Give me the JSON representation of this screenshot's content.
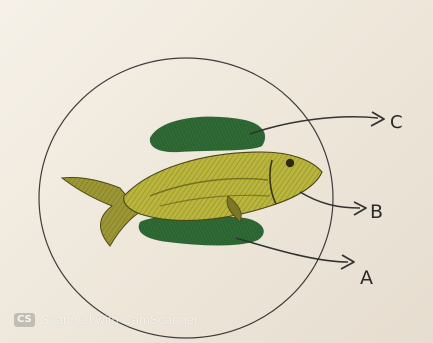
{
  "labels": {
    "a": "A",
    "b": "B",
    "c": "C"
  },
  "watermark": {
    "badge": "CS",
    "text": "Scanned with CamScanner"
  },
  "colors": {
    "outline": "#3a3a3a",
    "fish_body": "#b8b33a",
    "fish_dark": "#6f6a1e",
    "green_blob": "#2f6a35",
    "paper": "#f1ebe0"
  }
}
